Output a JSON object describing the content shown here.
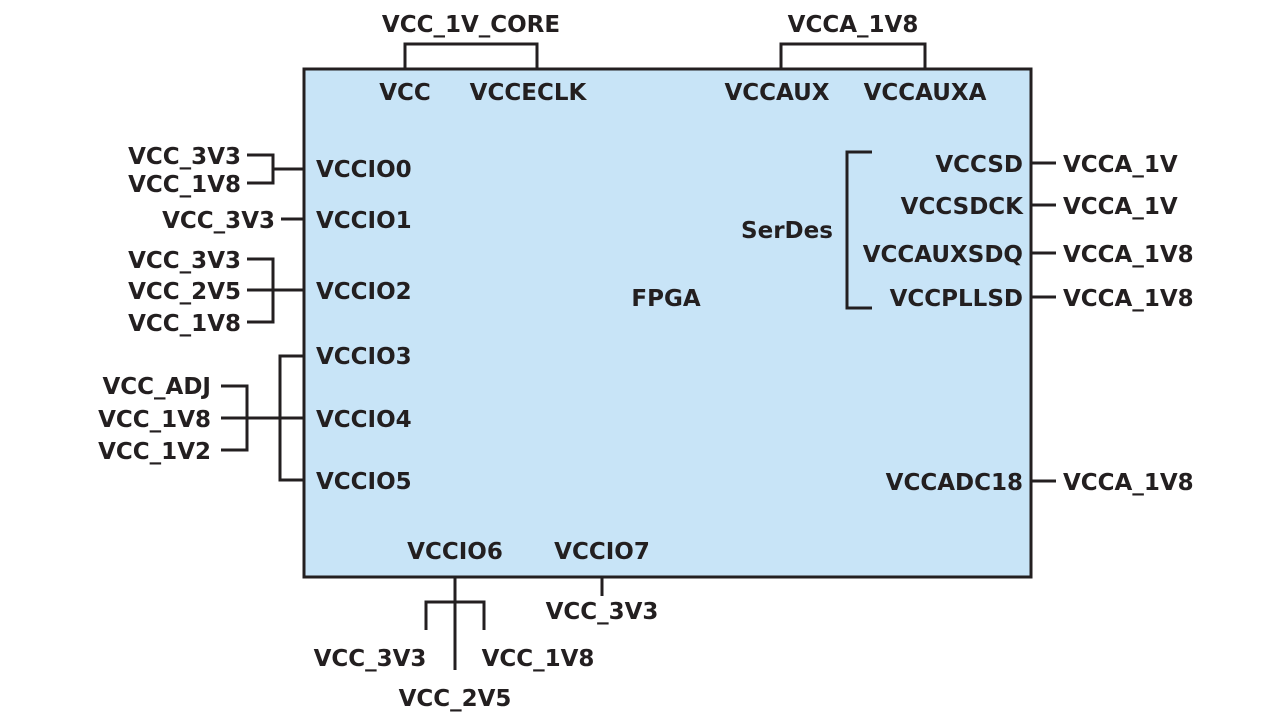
{
  "fpga": {
    "label": "FPGA",
    "fill": "#c8e4f7",
    "stroke": "#231f20",
    "top_pins": [
      "VCC",
      "VCCECLK",
      "VCCAUX",
      "VCCAUXA"
    ],
    "left_pins": [
      "VCCIO0",
      "VCCIO1",
      "VCCIO2",
      "VCCIO3",
      "VCCIO4",
      "VCCIO5"
    ],
    "bottom_pins": [
      "VCCIO6",
      "VCCIO7"
    ],
    "right_pins": [
      "VCCSD",
      "VCCSDCK",
      "VCCAUXSDQ",
      "VCCPLLSD",
      "VCCADC18"
    ],
    "serdes_label": "SerDes"
  },
  "rails": {
    "top": [
      "VCC_1V_CORE",
      "VCCA_1V8"
    ],
    "right": [
      "VCCA_1V",
      "VCCA_1V",
      "VCCA_1V8",
      "VCCA_1V8",
      "VCCA_1V8"
    ],
    "left_vccio0": [
      "VCC_3V3",
      "VCC_1V8"
    ],
    "left_vccio1": [
      "VCC_3V3"
    ],
    "left_vccio2": [
      "VCC_3V3",
      "VCC_2V5",
      "VCC_1V8"
    ],
    "left_vccio345": [
      "VCC_ADJ",
      "VCC_1V8",
      "VCC_1V2"
    ],
    "bottom_vccio6": [
      "VCC_3V3",
      "VCC_2V5",
      "VCC_1V8"
    ],
    "bottom_vccio7": [
      "VCC_3V3"
    ]
  }
}
